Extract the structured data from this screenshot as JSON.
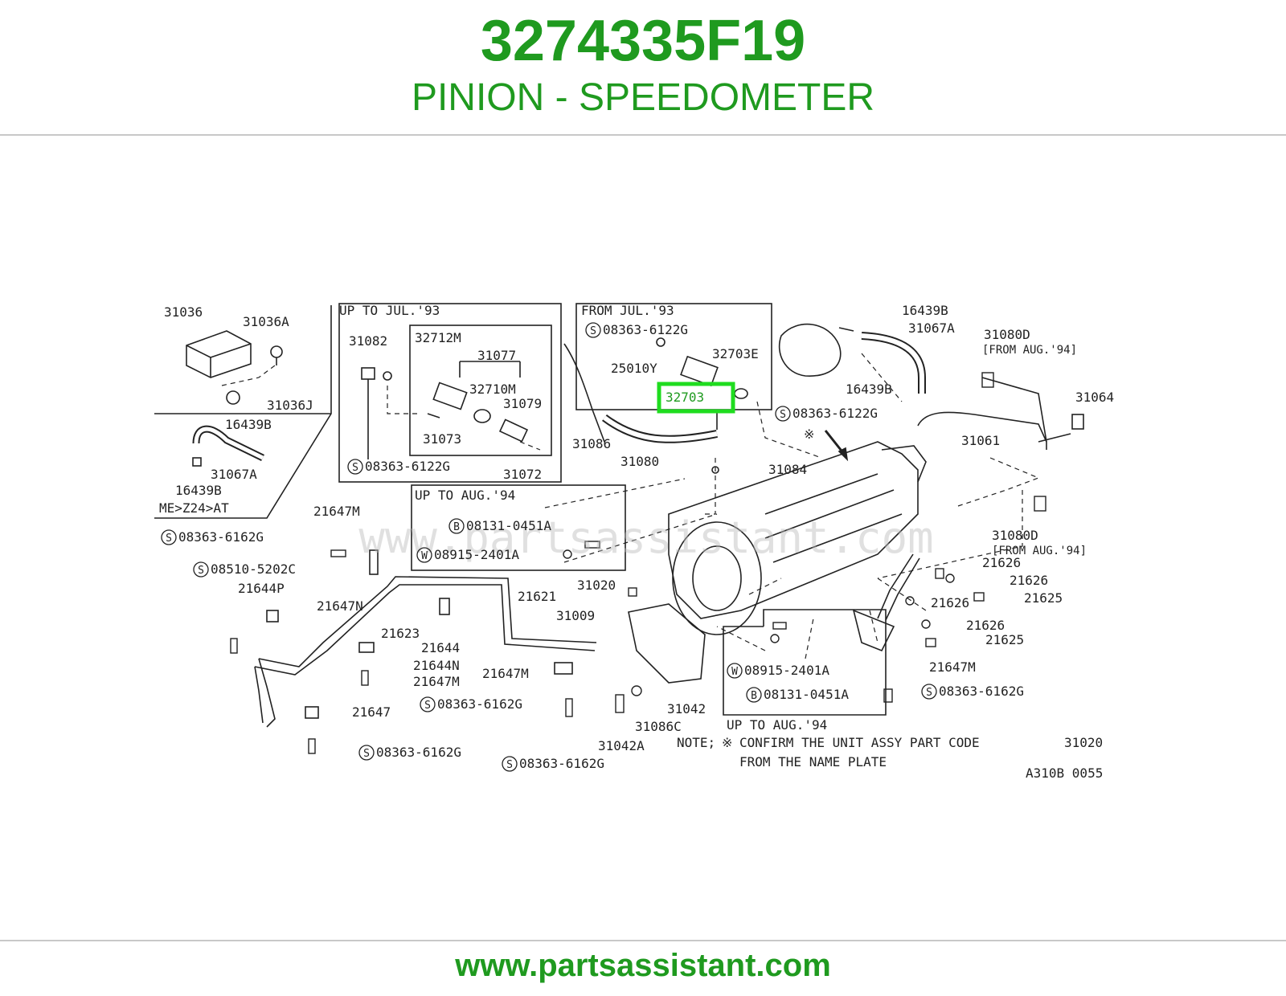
{
  "header": {
    "part_number": "3274335F19",
    "part_name": "PINION - SPEEDOMETER"
  },
  "footer": {
    "url": "www.partsassistant.com"
  },
  "colors": {
    "accent": "#1f9a1f",
    "highlight": "#1fdc1f",
    "linework": "#222222",
    "rule": "#c8c8c8"
  },
  "diagram": {
    "watermark": "www.partsassistant.com",
    "boxes": {
      "up_to_jul93": "UP TO JUL.'93",
      "from_jul93": "FROM JUL.'93",
      "up_to_aug94_a": "UP TO AUG.'94",
      "up_to_aug94_b": "UP TO AUG.'94"
    },
    "labels": {
      "l31036": "31036",
      "l31036A": "31036A",
      "l31036J": "31036J",
      "l16439B_a": "16439B",
      "l31067A_a": "31067A",
      "l16439B_b": "16439B",
      "l_mez24at": "ME>Z24>AT",
      "l31082": "31082",
      "l32712M": "32712M",
      "l31077": "31077",
      "l32710M": "32710M",
      "l31079": "31079",
      "l31073": "31073",
      "l08363_6122G_a": "08363-6122G",
      "l31072": "31072",
      "l08363_6122G_b": "08363-6122G",
      "l25010Y": "25010Y",
      "l32703E": "32703E",
      "l32703": "32703",
      "l08363_6122G_c": "08363-6122G",
      "l31086": "31086",
      "l31080": "31080",
      "l31084": "31084",
      "l16439B_c": "16439B",
      "l31067A_b": "31067A",
      "l31080D_a": "31080D",
      "l_from_aug94_a": "[FROM AUG.'94]",
      "l16439B_d": "16439B",
      "l31064": "31064",
      "l31061": "31061",
      "l08131_0451A_a": "08131-0451A",
      "l08915_2401A_a": "08915-2401A",
      "l21647M_a": "21647M",
      "l08363_6162G_a": "08363-6162G",
      "l08510_5202C": "08510-5202C",
      "l21644P": "21644P",
      "l21647N": "21647N",
      "l21623": "21623",
      "l21644": "21644",
      "l21621": "21621",
      "l31020_a": "31020",
      "l31009": "31009",
      "l31080D_b": "31080D",
      "l_from_aug94_b": "[FROM AUG.'94]",
      "l21626_a": "21626",
      "l21626_b": "21626",
      "l21626_c": "21626",
      "l21625_a": "21625",
      "l21626_d": "21626",
      "l21625_b": "21625",
      "l21644N": "21644N",
      "l21647M_b": "21647M",
      "l21647M_c": "21647M",
      "l21647": "21647",
      "l08363_6162G_b": "08363-6162G",
      "l08363_6162G_c": "08363-6162G",
      "l08363_6162G_d": "08363-6162G",
      "l31042": "31042",
      "l31086C": "31086C",
      "l31042A": "31042A",
      "l08915_2401A_b": "08915-2401A",
      "l08131_0451A_b": "08131-0451A",
      "l21647M_d": "21647M",
      "l08363_6162G_e": "08363-6162G",
      "note_prefix": "NOTE;",
      "note_line1": "CONFIRM THE UNIT ASSY PART CODE",
      "note_code": "31020",
      "note_line2": "FROM THE NAME PLATE",
      "diagram_code": "A310B 0055"
    },
    "badges": {
      "s": "S",
      "b": "B",
      "w": "W"
    },
    "asterisk": "※"
  }
}
